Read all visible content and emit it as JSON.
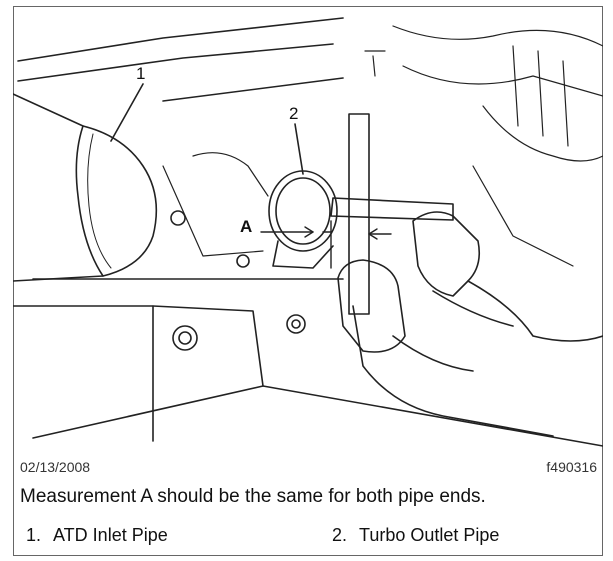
{
  "callouts": {
    "one": "1",
    "two": "2",
    "a": "A"
  },
  "date": "02/13/2008",
  "figure_id": "f490316",
  "caption": "Measurement A should be the same for both pipe ends.",
  "legend": [
    {
      "number": "1.",
      "label": "ATD Inlet Pipe"
    },
    {
      "number": "2.",
      "label": "Turbo Outlet Pipe"
    }
  ]
}
